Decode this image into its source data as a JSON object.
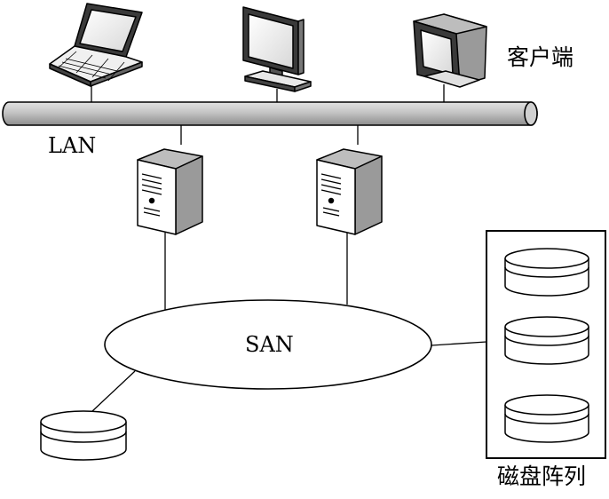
{
  "labels": {
    "clients": "客户端",
    "lan": "LAN",
    "san": "SAN",
    "disk_array": "磁盘阵列"
  },
  "nodes": {
    "clients": [
      {
        "icon": "laptop-icon"
      },
      {
        "icon": "flat-monitor-icon"
      },
      {
        "icon": "crt-monitor-icon"
      }
    ],
    "servers": [
      {
        "icon": "server-tower-icon"
      },
      {
        "icon": "server-tower-icon"
      }
    ],
    "storage": [
      {
        "icon": "disk-icon"
      }
    ],
    "array_disks": [
      {
        "icon": "disk-icon"
      },
      {
        "icon": "disk-icon"
      },
      {
        "icon": "disk-icon"
      }
    ]
  },
  "colors": {
    "lan_bus": "#b9b9b9",
    "stroke": "#000000",
    "server_face": "#ffffff",
    "server_side": "#9a9a9a"
  }
}
